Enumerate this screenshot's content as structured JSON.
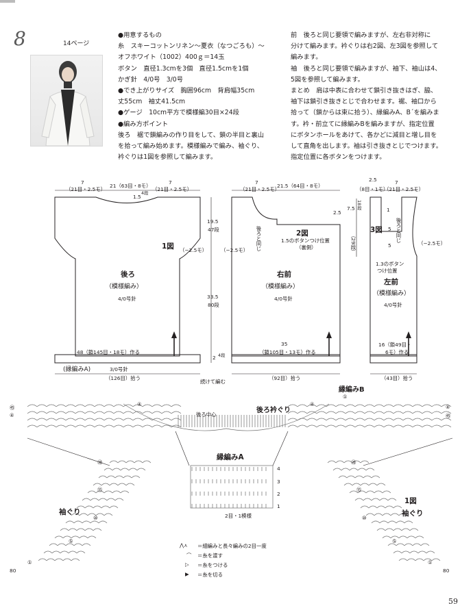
{
  "header": {
    "pattern_number": "8",
    "page_ref": "14ページ"
  },
  "materials": {
    "lines": [
      "●用意するもの",
      "糸　スキーコットンリネン～夏衣（なつごろも）～",
      "オフホワイト（1002）400ｇ＝14玉",
      "ボタン　直径1.3cmを3個　直径1.5cmを1個",
      "かぎ針　4/0号　3/0号",
      "●でき上がりサイズ　胸囲96cm　背肩幅35cm",
      "丈55cm　袖丈41.5cm",
      "●ゲージ　10cm平方で模様編30目×24段",
      "●編み方ポイント",
      "後ろ　裾で鎖編みの作り目をして、鎖の半目と裏山",
      "を拾って編み始めます。模様編みで編み、袖ぐり、",
      "衿ぐりは1図を参照して編みます。"
    ]
  },
  "instructions": {
    "lines": [
      "前　後ろと同じ要領で編みますが、左右非対称に",
      "分けて編みます。衿ぐりは右2図、左3図を参照して",
      "編みます。",
      "袖　後ろと同じ要領で編みますが、袖下、袖山は4、",
      "5図を参照して編みます。",
      "まとめ　肩は中表に合わせて鎖引き抜きはぎ、脇、",
      "袖下は鎖引き抜きとじで合わせます。裾、袖口から",
      "拾って（鎖からは束に拾う）、縁編みA、B´を編みま",
      "す。衿・前立てに縁編みBを編みますが、指定位置",
      "にボタンホールをあけて、各かどに減目と増し目を",
      "して直角を出します。袖は引き抜きとじでつけます。",
      "指定位置に各ボタンをつけます。"
    ]
  },
  "schematic": {
    "back": {
      "title": "後ろ",
      "pattern": "（模様編み）",
      "hook": "4/0号針",
      "fig_ref": "1図",
      "top_left": "7",
      "top_left_sub": "（21目・2.5モ）",
      "top_mid": "21（63目・8モ）",
      "top_right": "7",
      "top_right_sub": "（21目・2.5モ）",
      "neck_drop": "1.5",
      "neck_rows": "4段",
      "armhole": "（−2.5モ）",
      "cast_on": "48（鎖145目・18モ）作る",
      "border": "(縁編みA)",
      "border_hook": "3/0号針",
      "pickup": "（126目）拾う"
    },
    "center": {
      "upper_cm": "19.5",
      "upper_rows": "47段",
      "lower_cm": "33.5",
      "lower_rows": "80段",
      "border_cm": "2",
      "border_rows": "4段",
      "continue": "続けて編む"
    },
    "right_front": {
      "title": "右前",
      "pattern": "（模様編み）",
      "hook": "4/0号針",
      "fig_ref": "2図",
      "top_left": "7",
      "top_left_sub": "（21目・2.5モ）",
      "top_right": "21.5（64目・8モ）",
      "slope_note": "後ろと同じ",
      "armhole": "（−2.5モ）",
      "button_note": "1.5のボタンつけ位置",
      "button_sub": "（裏側）",
      "step_a": "2.5",
      "step_b": "7.5",
      "step_rows": "18段",
      "side_rows": "（29段）",
      "cast_on": "35",
      "cast_on_sub": "（鎖105目・13モ）作る",
      "pickup": "（92目）拾う"
    },
    "left_front": {
      "title": "左前",
      "pattern": "（模様編み）",
      "hook": "4/0号針",
      "fig_ref": "3図",
      "top_left": "2.5",
      "top_left_sub": "（8目・1モ）",
      "top_right": "7",
      "top_right_sub": "（21目・2.5モ）",
      "slope_note": "後ろと同じ",
      "hole_a": "5",
      "hole_b": "5",
      "hole_top": "1",
      "armhole": "（−2.5モ）",
      "button_note": "1.3のボタン",
      "button_sub": "つけ位置",
      "cast_on": "16（鎖49目・",
      "cast_on_sub": "6モ）作る",
      "pickup": "（43目）拾う"
    }
  },
  "chart": {
    "border_b": "縁編みB",
    "back_neck": "後ろ衿ぐり",
    "back_center": "後ろ中心",
    "border_a": "縁編みA",
    "repeat": "2目・1模様",
    "armhole_label": "袖ぐり",
    "fig1": "1図",
    "markers": [
      "①",
      "④",
      "⑤",
      "⑩",
      "⑮",
      "⑳",
      "㊺",
      "⑳"
    ],
    "row_nums": [
      "1",
      "2",
      "3",
      "4"
    ],
    "row80": "80",
    "row45": "45",
    "legend": [
      "＝細編みと長々編みの2目一度",
      "＝糸を渡す",
      "＝糸をつける",
      "＝糸を切る"
    ]
  },
  "footer": {
    "page": "59"
  }
}
